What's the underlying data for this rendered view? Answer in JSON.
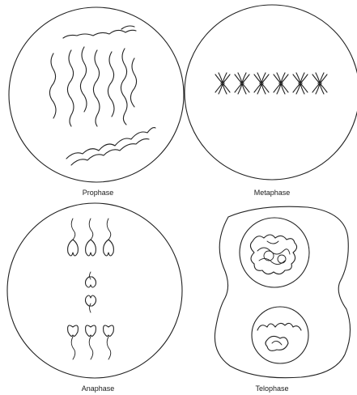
{
  "panels": [
    {
      "label": "Prophase"
    },
    {
      "label": "Metaphase"
    },
    {
      "label": "Anaphase"
    },
    {
      "label": "Telophase"
    }
  ]
}
